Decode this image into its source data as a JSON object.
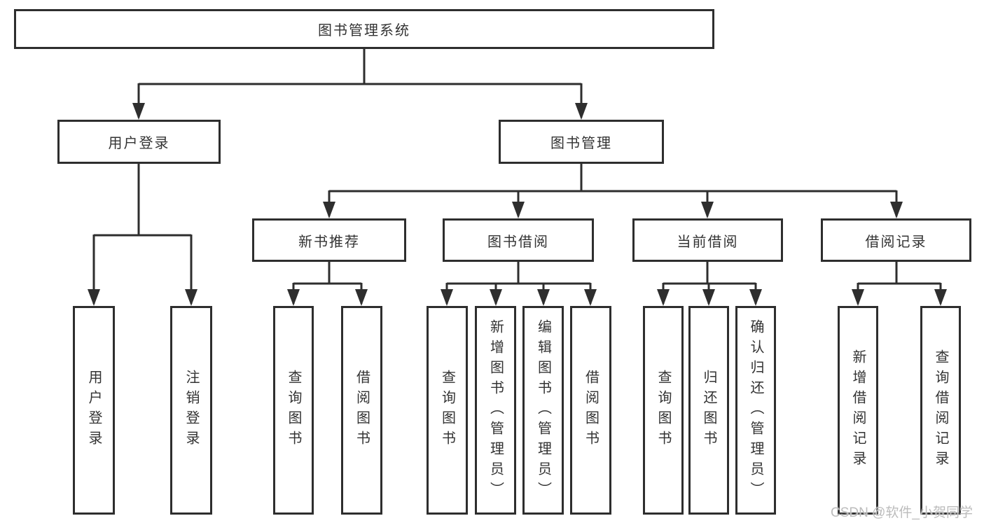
{
  "tree": {
    "root": {
      "label": "图书管理系统",
      "children": [
        {
          "label": "用户登录",
          "children": [
            {
              "label": "用户登录"
            },
            {
              "label": "注销登录"
            }
          ]
        },
        {
          "label": "图书管理",
          "children": [
            {
              "label": "新书推荐",
              "children": [
                {
                  "label": "查询图书"
                },
                {
                  "label": "借阅图书"
                }
              ]
            },
            {
              "label": "图书借阅",
              "children": [
                {
                  "label": "查询图书"
                },
                {
                  "label": "新增图书（管理员）"
                },
                {
                  "label": "编辑图书（管理员）"
                },
                {
                  "label": "借阅图书"
                }
              ]
            },
            {
              "label": "当前借阅",
              "children": [
                {
                  "label": "查询图书"
                },
                {
                  "label": "归还图书"
                },
                {
                  "label": "确认归还（管理员）"
                }
              ]
            },
            {
              "label": "借阅记录",
              "children": [
                {
                  "label": "新增借阅记录"
                },
                {
                  "label": "查询借阅记录"
                }
              ]
            }
          ]
        }
      ]
    }
  },
  "watermark": {
    "text": "CSDN @软件_小贺同学"
  },
  "colors": {
    "line": "#2e2e2e",
    "border": "#2e2e2e",
    "text": "#333333",
    "watermark": "#bcbcbc",
    "background": "#ffffff"
  }
}
